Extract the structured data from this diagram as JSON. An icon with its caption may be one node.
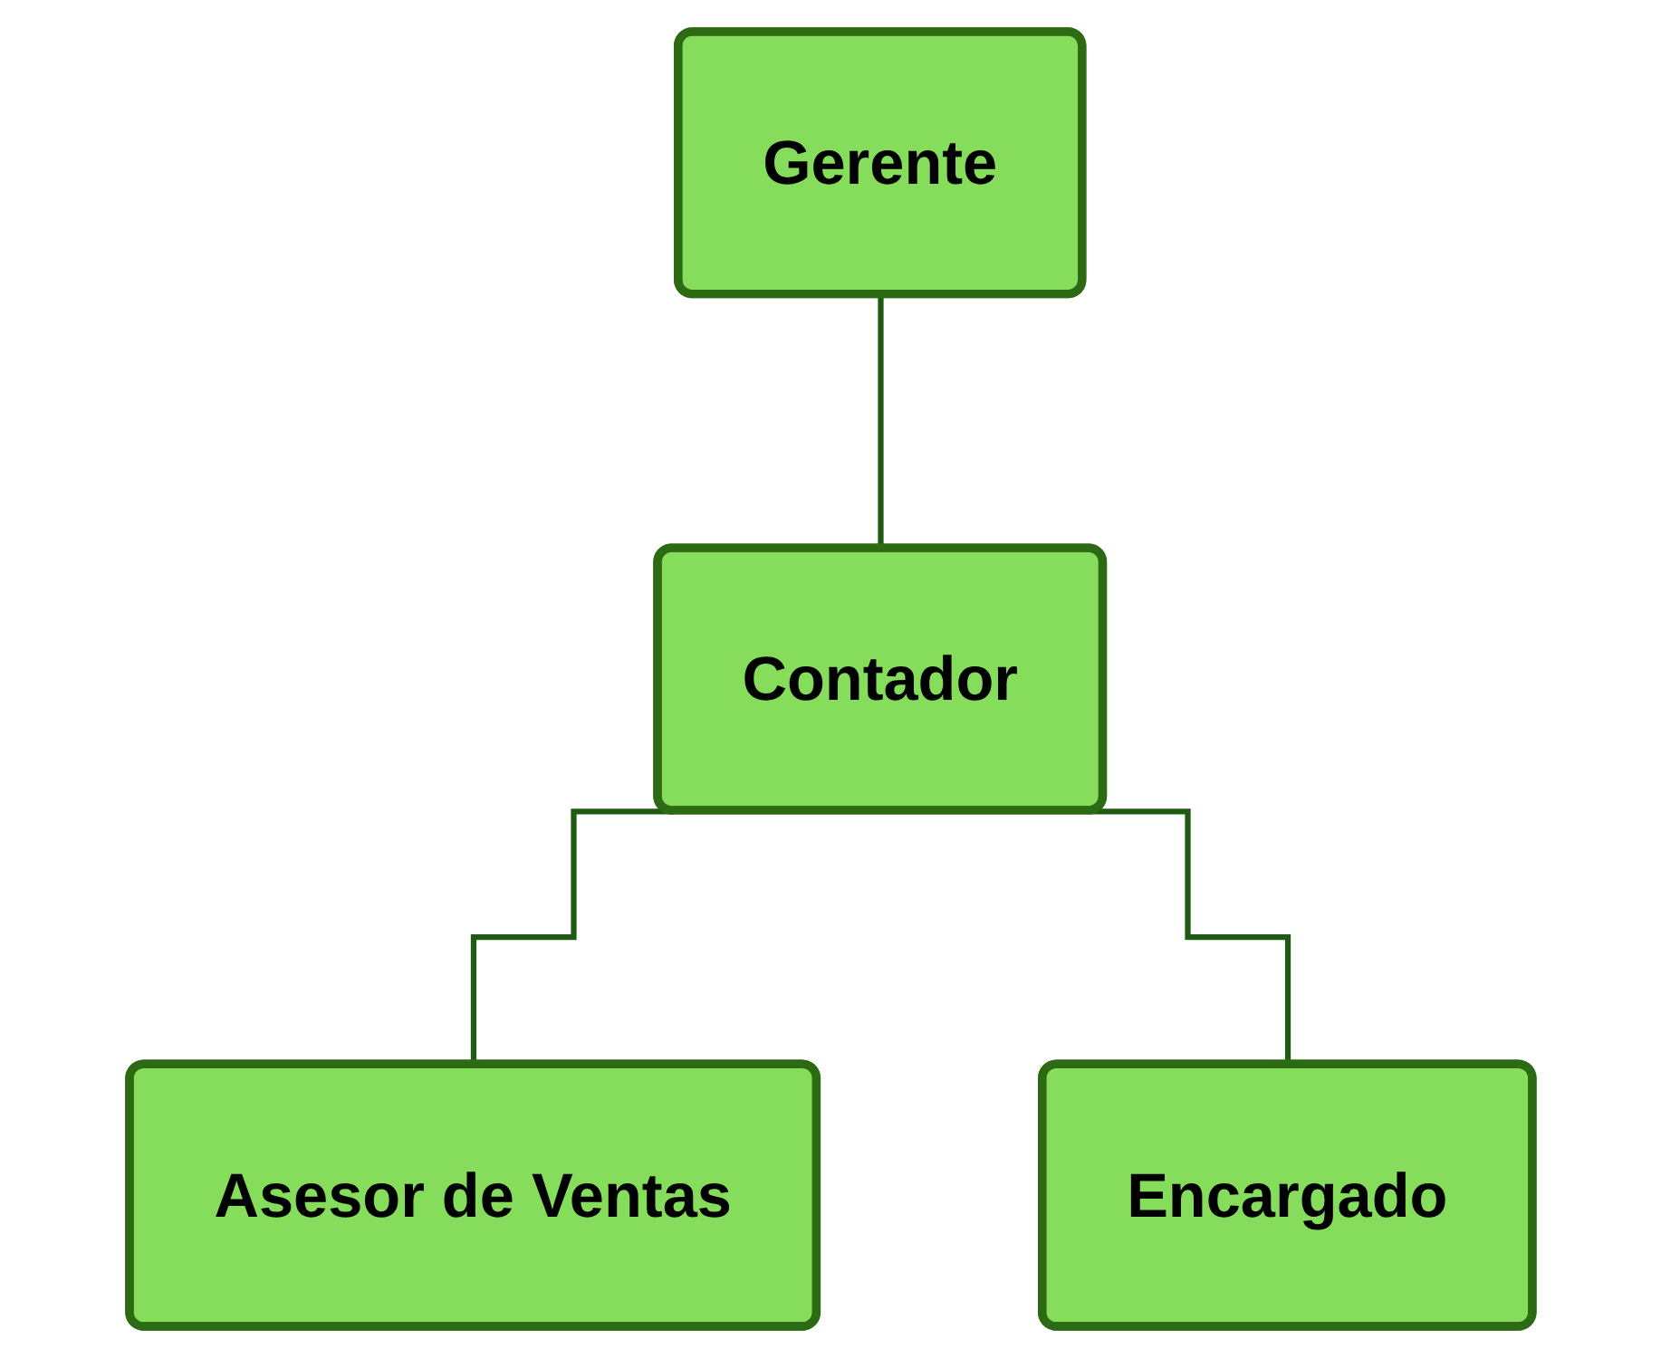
{
  "diagram": {
    "nodes": [
      {
        "text": [
          "Gerente"
        ]
      },
      {
        "text": [
          "Contador"
        ]
      },
      {
        "text": [
          "Asesor de Ventas"
        ]
      },
      {
        "text": [
          "Encargado"
        ]
      }
    ],
    "edges": [
      {
        "from": 0,
        "to": 1,
        "arrow": "none"
      },
      {
        "from": 1,
        "to": 2,
        "arrow": "none"
      },
      {
        "from": 1,
        "to": 3,
        "arrow": "none"
      }
    ]
  }
}
